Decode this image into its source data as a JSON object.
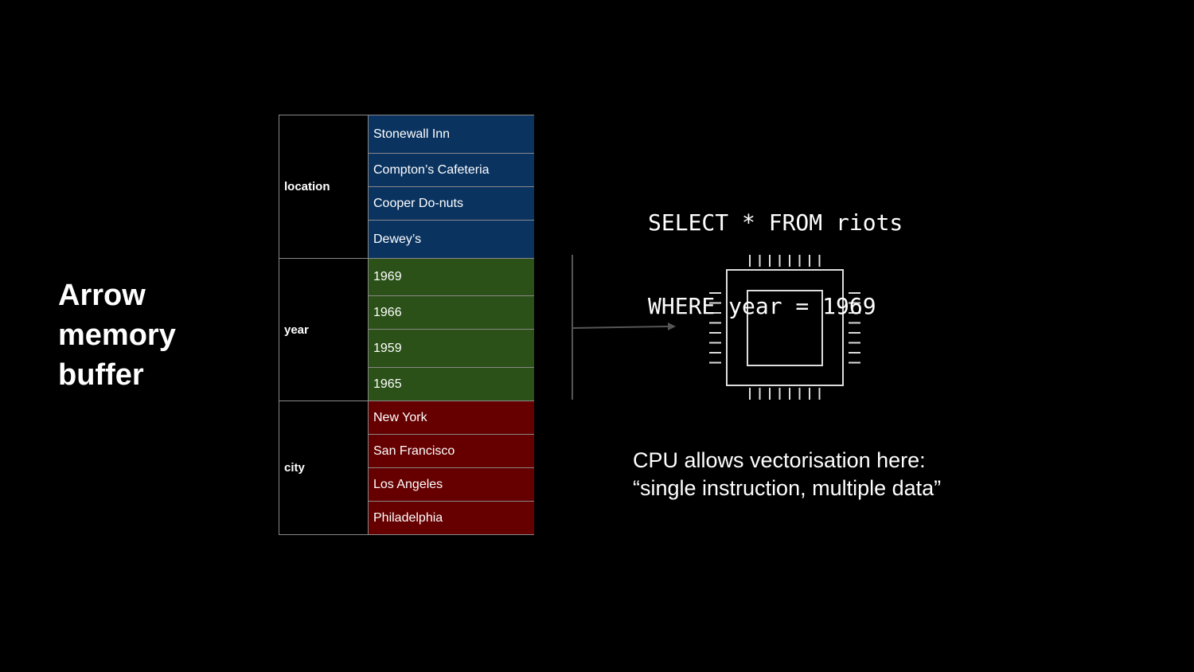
{
  "title_lines": [
    "Arrow",
    "memory",
    "buffer"
  ],
  "columns": [
    {
      "name": "location",
      "color": "#0a3360",
      "values": [
        "Stonewall Inn",
        "Compton’s Cafeteria",
        "Cooper Do-nuts",
        "Dewey’s"
      ]
    },
    {
      "name": "year",
      "color": "#2b5118",
      "values": [
        "1969",
        "1966",
        "1959",
        "1965"
      ]
    },
    {
      "name": "city",
      "color": "#660000",
      "values": [
        "New York",
        "San Francisco",
        "Los Angeles",
        "Philadelphia"
      ]
    }
  ],
  "sql_lines": [
    "SELECT * FROM riots",
    "WHERE year = 1969"
  ],
  "caption_lines": [
    "CPU allows vectorisation here:",
    "“single instruction, multiple data”"
  ],
  "cpu_icon": "cpu-chip-icon"
}
